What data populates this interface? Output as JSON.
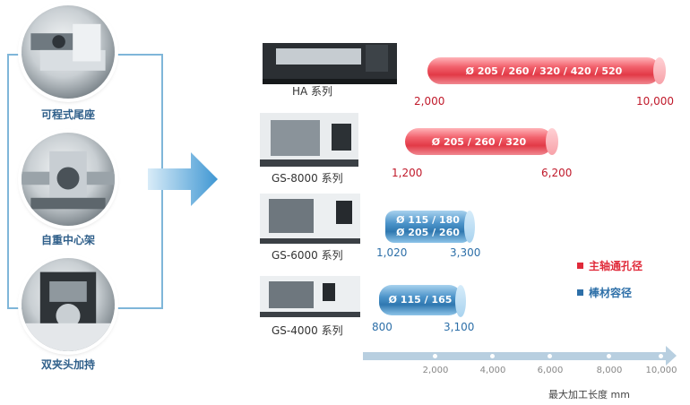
{
  "features": [
    {
      "label": "可程式尾座",
      "icon": "tailstock-icon"
    },
    {
      "label": "自重中心架",
      "icon": "steady-rest-icon"
    },
    {
      "label": "双夹头加持",
      "icon": "dual-chuck-icon"
    }
  ],
  "machines": [
    {
      "series": "HA 系列",
      "bar": "Ø 205 / 260 / 320 / 420 / 520",
      "min": "2,000",
      "max": "10,000"
    },
    {
      "series": "GS-8000 系列",
      "bar": "Ø 205 / 260 / 320",
      "min": "1,200",
      "max": "6,200"
    },
    {
      "series": "GS-6000 系列",
      "bar_line1": "Ø 115 / 180",
      "bar_line2": "Ø 205 / 260",
      "min": "1,020",
      "max": "3,300"
    },
    {
      "series": "GS-4000 系列",
      "bar": "Ø 115 / 165",
      "min": "800",
      "max": "3,100"
    }
  ],
  "legend": [
    {
      "label": "主轴通孔径",
      "color": "#e02a3a"
    },
    {
      "label": "棒材容径",
      "color": "#2d6fa8"
    }
  ],
  "axis": {
    "ticks": [
      "2,000",
      "4,000",
      "6,000",
      "8,000",
      "10,000"
    ],
    "title": "最大加工长度 mm"
  },
  "colors": {
    "accent_red": "#e23a47",
    "accent_blue": "#2f78b0",
    "frame": "#7fb6d9"
  }
}
